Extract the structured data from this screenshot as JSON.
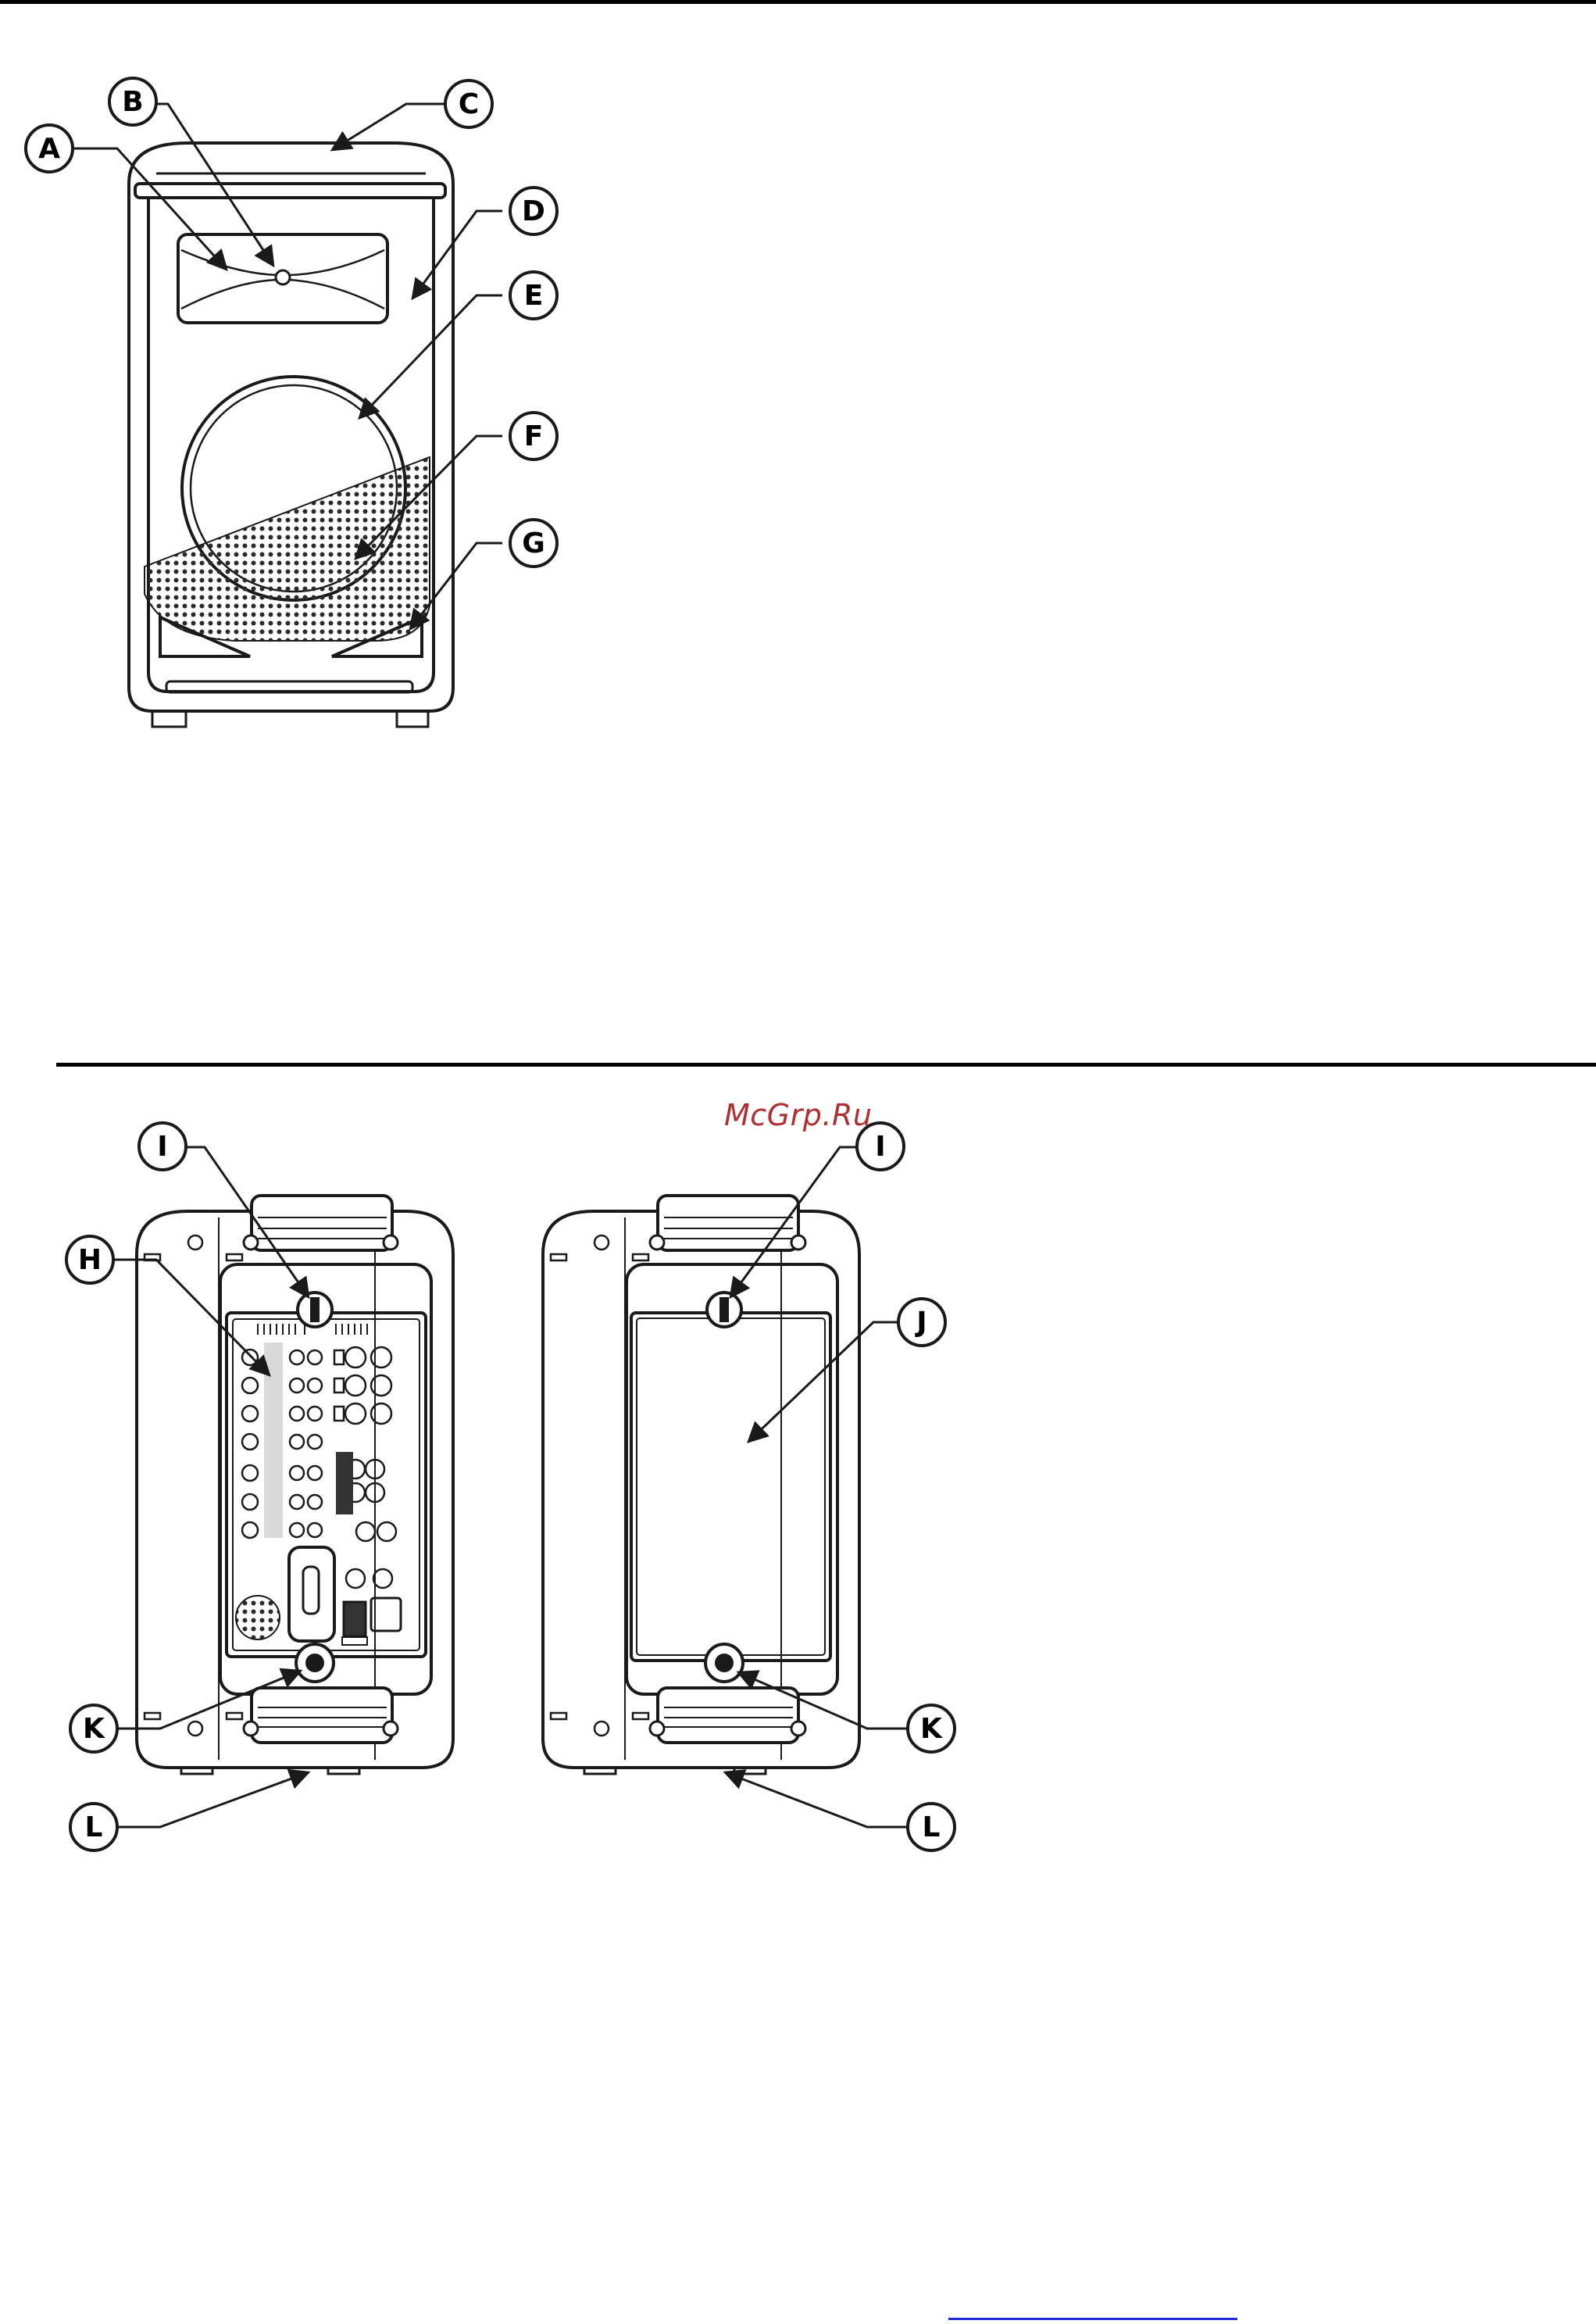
{
  "watermark": "McGrp.Ru",
  "front_view": {
    "callouts": [
      "A",
      "B",
      "C",
      "D",
      "E",
      "F",
      "G"
    ]
  },
  "rear_views": {
    "left_callouts": [
      "I",
      "H",
      "K",
      "L"
    ],
    "right_callouts": [
      "I",
      "J",
      "K",
      "L"
    ]
  },
  "colors": {
    "line": "#1a1a1a",
    "watermark": "#b03032",
    "link": "#1d2bd6"
  }
}
